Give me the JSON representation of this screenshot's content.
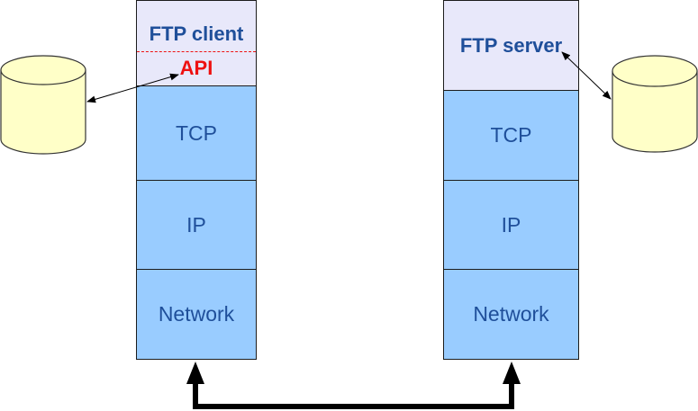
{
  "client": {
    "app_label": "FTP client",
    "api_label": "API",
    "layers": [
      "TCP",
      "IP",
      "Network"
    ]
  },
  "server": {
    "app_label": "FTP server",
    "layers": [
      "TCP",
      "IP",
      "Network"
    ]
  },
  "colors": {
    "app_text": "#1f4f9a",
    "api_text": "#ee1111",
    "api_divider": "#ee1111",
    "protocol_fill": "#99ccff",
    "app_fill": "#e8e8fa",
    "disk_fill": "#ffffc8",
    "link": "#000000"
  }
}
